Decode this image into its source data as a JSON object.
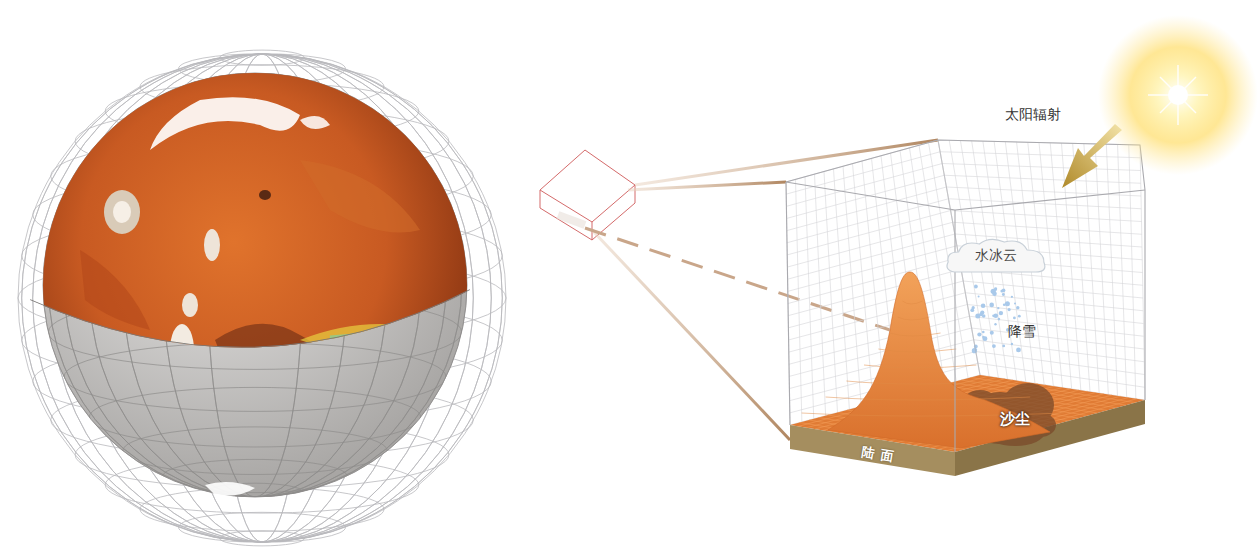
{
  "diagram": {
    "nodes": [
      {
        "text": [
          "水冰云"
        ]
      }
    ],
    "labels": [
      "太阳辐射",
      "降雪",
      "沙尘",
      "陆面"
    ]
  }
}
